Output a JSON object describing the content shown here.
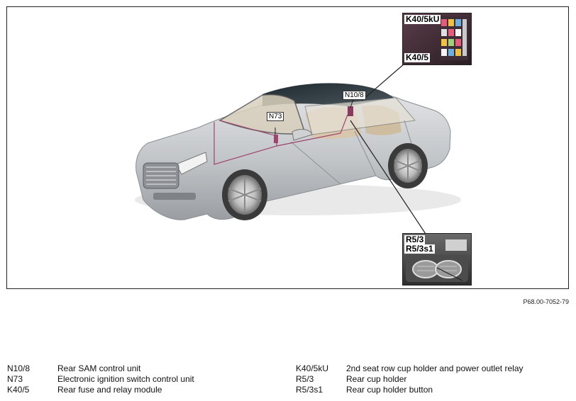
{
  "callouts": {
    "k40_5ku": "K40/5kU",
    "k40_5": "K40/5",
    "n10_8": "N10/8",
    "n73": "N73",
    "r5_3": "R5/3",
    "r5_3s1": "R5/3s1"
  },
  "figure_id": "P68.00-7052-79",
  "legend": {
    "left": [
      {
        "code": "N10/8",
        "desc": "Rear SAM control unit"
      },
      {
        "code": "N73",
        "desc": "Electronic ignition switch control unit"
      },
      {
        "code": "K40/5",
        "desc": "Rear fuse and relay module"
      }
    ],
    "right": [
      {
        "code": "K40/5kU",
        "desc": "2nd seat row cup holder and power outlet relay"
      },
      {
        "code": "R5/3",
        "desc": "Rear cup holder"
      },
      {
        "code": "R5/3s1",
        "desc": "Rear cup holder button"
      }
    ]
  },
  "colors": {
    "wiring": "#a0446e",
    "car_body": "#c8cacd",
    "car_roof": "#2f3a40",
    "interior": "#d9c4a3"
  }
}
